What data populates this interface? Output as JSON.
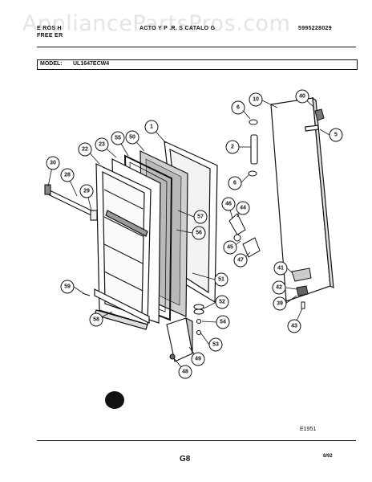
{
  "header": {
    "brand_line1": "E  ROS H",
    "brand_line2": "FREE ER",
    "catalog_title": "ACTO  Y P .R. S CATALO G",
    "catalog_number": "5995228029",
    "watermark": "AppliancePartsPros.com"
  },
  "model": {
    "label": "MODEL:",
    "value": "UL1647ECW4"
  },
  "callouts": [
    "1",
    "2",
    "5",
    "6",
    "6",
    "10",
    "22",
    "23",
    "28",
    "29",
    "30",
    "39",
    "40",
    "41",
    "42",
    "43",
    "44",
    "45",
    "46",
    "47",
    "48",
    "49",
    "50",
    "51",
    "52",
    "53",
    "54",
    "55",
    "56",
    "57",
    "58",
    "59"
  ],
  "figure_code": "E1951",
  "footer": {
    "page": "G8",
    "date": "8/92"
  }
}
